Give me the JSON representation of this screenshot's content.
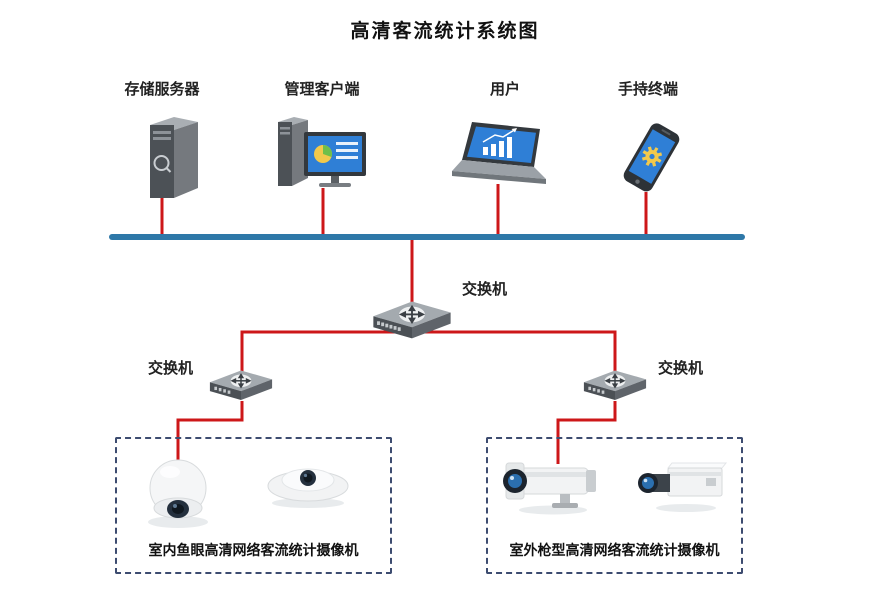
{
  "title": "高清客流统计系统图",
  "top_devices": [
    {
      "id": "storage-server",
      "label": "存储服务器"
    },
    {
      "id": "management-client",
      "label": "管理客户端"
    },
    {
      "id": "user",
      "label": "用户"
    },
    {
      "id": "handheld-terminal",
      "label": "手持终端"
    }
  ],
  "switches": {
    "core": {
      "label": "交换机"
    },
    "left": {
      "label": "交换机"
    },
    "right": {
      "label": "交换机"
    }
  },
  "camera_groups": {
    "indoor": {
      "caption": "室内鱼眼高清网络客流统计摄像机"
    },
    "outdoor": {
      "caption": "室外枪型高清网络客流统计摄像机"
    }
  },
  "colors": {
    "bus_line": "#2e78a8",
    "connection_line": "#cd1719",
    "dashed_border": "#3d4c70"
  }
}
